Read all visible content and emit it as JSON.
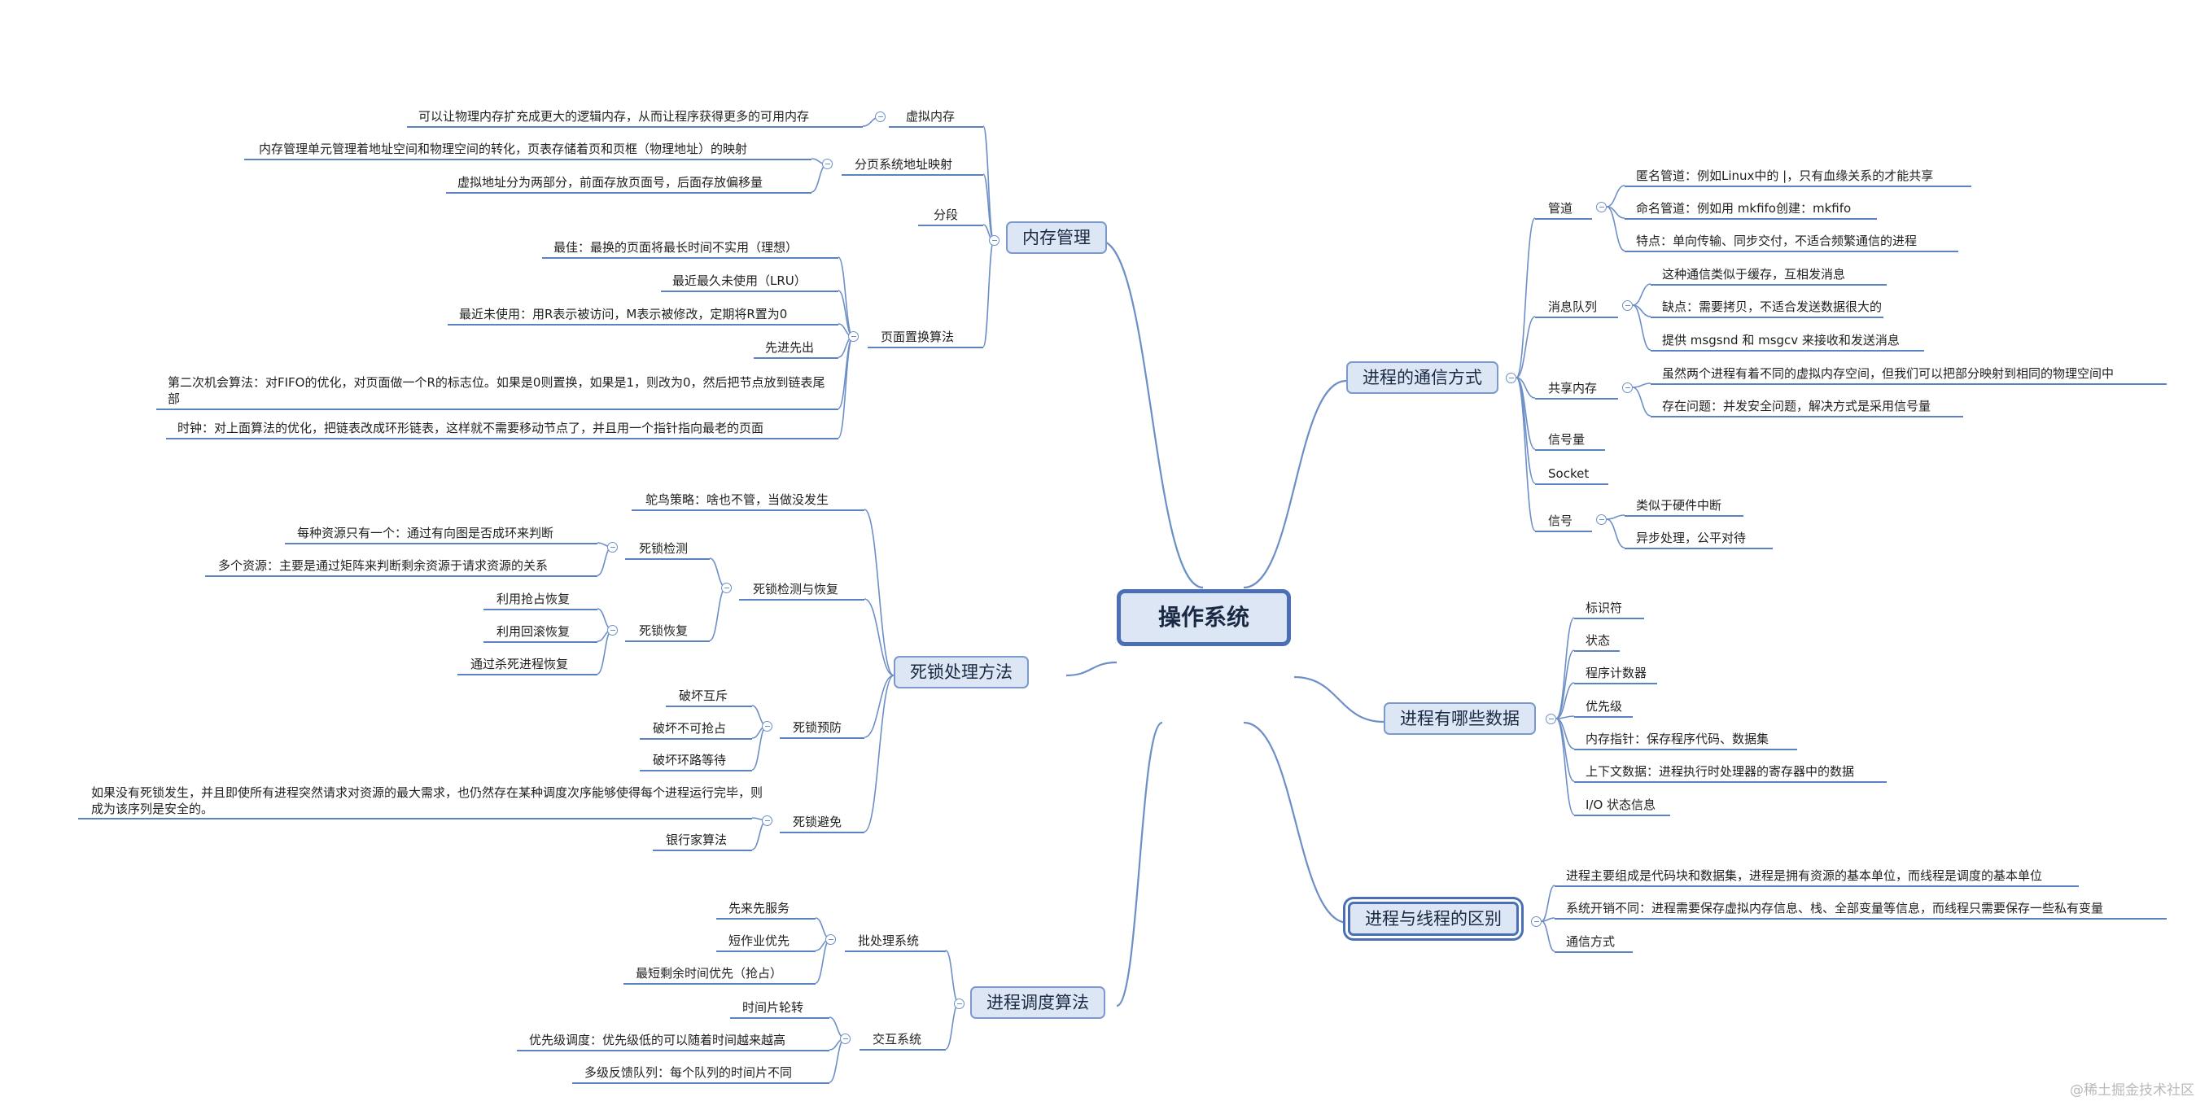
{
  "root": "操作系统",
  "branches": {
    "memory": {
      "title": "内存管理",
      "virtual": {
        "label": "虚拟内存",
        "items": [
          "可以让物理内存扩充成更大的逻辑内存，从而让程序获得更多的可用内存"
        ]
      },
      "paging": {
        "label": "分页系统地址映射",
        "items": [
          "内存管理单元管理着地址空间和物理空间的转化，页表存储着页和页框（物理地址）的映射",
          "虚拟地址分为两部分，前面存放页面号，后面存放偏移量"
        ]
      },
      "segment": {
        "label": "分段"
      },
      "replace": {
        "label": "页面置换算法",
        "items": [
          "最佳：最换的页面将最长时间不实用（理想）",
          "最近最久未使用（LRU）",
          "最近未使用：用R表示被访问，M表示被修改，定期将R置为0",
          "先进先出",
          "第二次机会算法：对FIFO的优化，对页面做一个R的标志位。如果是0则置换，如果是1，则改为0，然后把节点放到链表尾部",
          "时钟：对上面算法的优化，把链表改成环形链表，这样就不需要移动节点了，并且用一个指针指向最老的页面"
        ]
      }
    },
    "deadlock": {
      "title": "死锁处理方法",
      "ostrich": "鸵鸟策略：啥也不管，当做没发生",
      "detect_recover": {
        "label": "死锁检测与恢复",
        "detect": {
          "label": "死锁检测",
          "items": [
            "每种资源只有一个：通过有向图是否成环来判断",
            "多个资源：主要是通过矩阵来判断剩余资源于请求资源的关系"
          ]
        },
        "recover": {
          "label": "死锁恢复",
          "items": [
            "利用抢占恢复",
            "利用回滚恢复",
            "通过杀死进程恢复"
          ]
        }
      },
      "prevent": {
        "label": "死锁预防",
        "items": [
          "破坏互斥",
          "破坏不可抢占",
          "破坏环路等待"
        ]
      },
      "avoid": {
        "label": "死锁避免",
        "items": [
          "如果没有死锁发生，并且即使所有进程突然请求对资源的最大需求，也仍然存在某种调度次序能够使得每个进程运行完毕，则成为该序列是安全的。",
          "银行家算法"
        ]
      }
    },
    "sched": {
      "title": "进程调度算法",
      "batch": {
        "label": "批处理系统",
        "items": [
          "先来先服务",
          "短作业优先",
          "最短剩余时间优先（抢占）"
        ]
      },
      "interactive": {
        "label": "交互系统",
        "items": [
          "时间片轮转",
          "优先级调度：优先级低的可以随着时间越来越高",
          "多级反馈队列：每个队列的时间片不同"
        ]
      }
    },
    "ipc": {
      "title": "进程的通信方式",
      "pipe": {
        "label": "管道",
        "items": [
          "匿名管道：例如Linux中的 |，只有血缘关系的才能共享",
          "命名管道：例如用 mkfifo创建：mkfifo",
          "特点：单向传输、同步交付，不适合频繁通信的进程"
        ]
      },
      "mq": {
        "label": "消息队列",
        "items": [
          "这种通信类似于缓存，互相发消息",
          "缺点：需要拷贝，不适合发送数据很大的",
          "提供 msgsnd 和 msgcv 来接收和发送消息"
        ]
      },
      "shm": {
        "label": "共享内存",
        "items": [
          "虽然两个进程有着不同的虚拟内存空间，但我们可以把部分映射到相同的物理空间中",
          "存在问题：并发安全问题，解决方式是采用信号量"
        ]
      },
      "semaphore": {
        "label": "信号量"
      },
      "socket": {
        "label": "Socket"
      },
      "signal": {
        "label": "信号",
        "items": [
          "类似于硬件中断",
          "异步处理，公平对待"
        ]
      }
    },
    "pdata": {
      "title": "进程有哪些数据",
      "items": [
        "标识符",
        "状态",
        "程序计数器",
        "优先级",
        "内存指针：保存程序代码、数据集",
        "上下文数据：进程执行时处理器的寄存器中的数据",
        "I/O 状态信息"
      ]
    },
    "diff": {
      "title": "进程与线程的区别",
      "items": [
        "进程主要组成是代码块和数据集，进程是拥有资源的基本单位，而线程是调度的基本单位",
        "系统开销不同：进程需要保存虚拟内存信息、栈、全部变量等信息，而线程只需要保存一些私有变量",
        "通信方式"
      ]
    }
  },
  "watermark": "@稀土掘金技术社区",
  "colors": {
    "line": "#6d8fc7",
    "underline": "#5b82c4",
    "topic_fill": "#dce6f4",
    "topic_border": "#4a6fb5"
  }
}
